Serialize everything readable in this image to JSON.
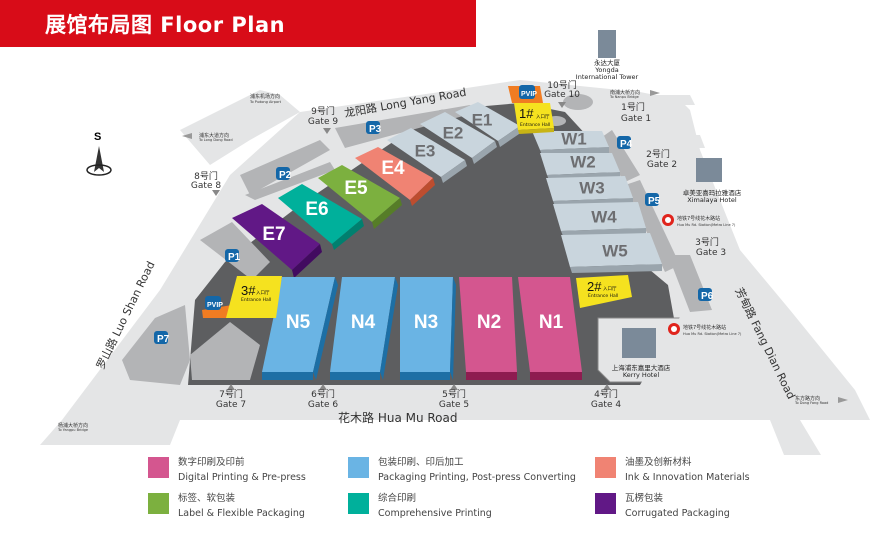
{
  "header": {
    "title": "展馆布局图 Floor Plan"
  },
  "compass": {
    "label": "S"
  },
  "roads": {
    "north": "龙阳路 Long Yang Road",
    "west": "罗山路 Luo Shan Road",
    "east": "芳甸路 Fang Dian Road",
    "south": "花木路 Hua Mu Road"
  },
  "halls": {
    "E1": "E1",
    "E2": "E2",
    "E3": "E3",
    "E4": "E4",
    "E5": "E5",
    "E6": "E6",
    "E7": "E7",
    "W1": "W1",
    "W2": "W2",
    "W3": "W3",
    "W4": "W4",
    "W5": "W5",
    "N1": "N1",
    "N2": "N2",
    "N3": "N3",
    "N4": "N4",
    "N5": "N5"
  },
  "entrances": [
    {
      "num": "1#",
      "cn": "入口厅",
      "en": "Entrance Hall"
    },
    {
      "num": "2#",
      "cn": "入口厅",
      "en": "Entrance Hall"
    },
    {
      "num": "3#",
      "cn": "入口厅",
      "en": "Entrance Hall"
    }
  ],
  "parking": [
    "P1",
    "P2",
    "P3",
    "P4",
    "P5",
    "P6",
    "P7",
    "PVIP",
    "PVIP"
  ],
  "gates": [
    {
      "cn": "1号门",
      "en": "Gate 1"
    },
    {
      "cn": "2号门",
      "en": "Gate 2"
    },
    {
      "cn": "3号门",
      "en": "Gate 3"
    },
    {
      "cn": "4号门",
      "en": "Gate 4"
    },
    {
      "cn": "5号门",
      "en": "Gate 5"
    },
    {
      "cn": "6号门",
      "en": "Gate 6"
    },
    {
      "cn": "7号门",
      "en": "Gate 7"
    },
    {
      "cn": "8号门",
      "en": "Gate 8"
    },
    {
      "cn": "9号门",
      "en": "Gate 9"
    },
    {
      "cn": "10号门",
      "en": "Gate 10"
    }
  ],
  "landmarks": {
    "yongda": {
      "cn": "永达大厦",
      "en1": "Yongda",
      "en2": "International Tower"
    },
    "ximalaya": {
      "cn": "卓美亚喜玛拉雅酒店",
      "en": "Ximalaya Hotel"
    },
    "kerry": {
      "cn": "上海浦东嘉里大酒店",
      "en": "Kerry Hotel"
    },
    "metro1": {
      "cn": "地铁7号线花木路站",
      "en": "Hua Mu Rd. Station(Metro Line 7)"
    },
    "metro2": {
      "cn": "地铁7号线花木路站",
      "en": "Hua Mu Rd. Station(Metro Line 7)"
    }
  },
  "directions": {
    "airport": {
      "cn": "浦东机场方向",
      "en": "To Pudong Airport"
    },
    "west": {
      "cn": "浦东大道方向",
      "en": "To Long Dong Road"
    },
    "nanpu": {
      "cn": "南浦大桥方向",
      "en": "To Nanpu Bridge"
    },
    "yangpu": {
      "cn": "杨浦大桥方向",
      "en": "To Yangpu Bridge"
    },
    "dongfang": {
      "cn": "东方路方向",
      "en": "To Dong Fang Road"
    }
  },
  "legend": [
    {
      "cn": "数字印刷及印前",
      "en": "Digital Printing & Pre-press",
      "color": "#d4568f"
    },
    {
      "cn": "包装印刷、印后加工",
      "en": "Packaging Printing, Post-press Converting",
      "color": "#6ab4e4"
    },
    {
      "cn": "油墨及创新材料",
      "en": "Ink & Innovation Materials",
      "color": "#f08373"
    },
    {
      "cn": "标签、软包装",
      "en": "Label & Flexible Packaging",
      "color": "#7cb03f"
    },
    {
      "cn": "综合印刷",
      "en": "Comprehensive Printing",
      "color": "#00b09b"
    },
    {
      "cn": "瓦楞包装",
      "en": "Corrugated Packaging",
      "color": "#611886"
    }
  ]
}
